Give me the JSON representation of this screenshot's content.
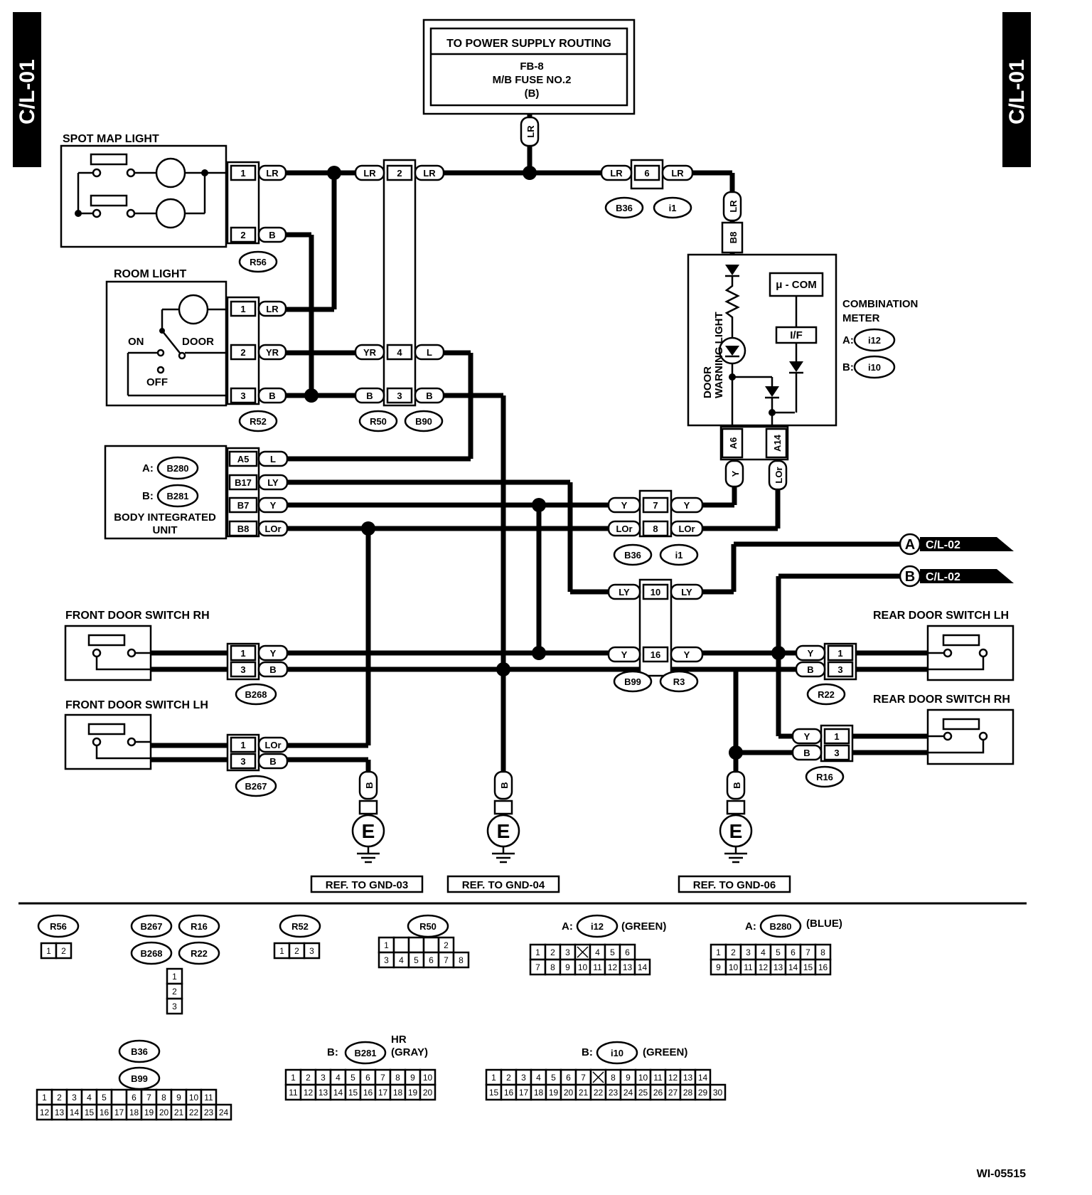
{
  "page": {
    "side_tab_left": "C/L-01",
    "side_tab_right": "C/L-01",
    "figure_id": "WI-05515"
  },
  "power": {
    "line1": "TO POWER SUPPLY ROUTING",
    "line2": "FB-8",
    "line3": "M/B FUSE NO.2",
    "line4": "(B)",
    "wire": "LR"
  },
  "components": {
    "spot_map_light": "SPOT MAP LIGHT",
    "room_light": "ROOM LIGHT",
    "on": "ON",
    "off": "OFF",
    "door": "DOOR",
    "biu_a": "A:",
    "biu_b": "B:",
    "biu_name1": "BODY INTEGRATED",
    "biu_name2": "UNIT",
    "front_rh": "FRONT DOOR SWITCH RH",
    "front_lh": "FRONT DOOR SWITCH LH",
    "rear_lh": "REAR DOOR SWITCH LH",
    "rear_rh": "REAR DOOR SWITCH RH",
    "meter1": "COMBINATION",
    "meter2": "METER",
    "meter_a": "A:",
    "meter_b": "B:",
    "ucom": "μ - COM",
    "if": "I/F",
    "dwl1": "DOOR",
    "dwl2": "WARNING LIGHT"
  },
  "offpage": {
    "a_letter": "A",
    "a_ref": "C/L-02",
    "b_letter": "B",
    "b_ref": "C/L-02"
  },
  "grounds": {
    "e": "E",
    "g3": "REF. TO GND-03",
    "g4": "REF. TO GND-04",
    "g6": "REF. TO GND-06",
    "wire": "B"
  },
  "wires": {
    "lr": "LR",
    "b": "B",
    "yr": "YR",
    "l": "L",
    "ly": "LY",
    "y": "Y",
    "lor": "LOr"
  },
  "pins": {
    "p1": "1",
    "p2": "2",
    "p3": "3",
    "p4": "4",
    "p6": "6",
    "p7": "7",
    "p8": "8",
    "p10": "10",
    "p16": "16",
    "a5": "A5",
    "b17": "B17",
    "b7": "B7",
    "b8": "B8",
    "a6": "A6",
    "a14": "A14",
    "b8_meter": "B8"
  },
  "connectors": {
    "r56": "R56",
    "r52": "R52",
    "r50": "R50",
    "b90": "B90",
    "b36": "B36",
    "i1": "i1",
    "b99": "B99",
    "r3": "R3",
    "b268": "B268",
    "b267": "B267",
    "r22": "R22",
    "r16": "R16",
    "b280": "B280",
    "b281": "B281",
    "i12": "i12",
    "i10": "i10"
  },
  "legend": {
    "r56": "R56",
    "b267": "B267",
    "r16": "R16",
    "b268": "B268",
    "r22": "R22",
    "r52": "R52",
    "r50": "R50",
    "i12_prefix": "A:",
    "i12": "i12",
    "i12_color": "(GREEN)",
    "b280_prefix": "A:",
    "b280": "B280",
    "b280_color": "(BLUE)",
    "b36": "B36",
    "b99": "B99",
    "b281_prefix": "B:",
    "b281": "B281",
    "b281_hr": "HR",
    "b281_color": "(GRAY)",
    "i10_prefix": "B:",
    "i10": "i10",
    "i10_color": "(GREEN)",
    "grid_r56": [
      [
        "1",
        "2"
      ]
    ],
    "grid_r52": [
      [
        "1",
        "2",
        "3"
      ]
    ],
    "grid_3v": [
      [
        "1"
      ],
      [
        "2"
      ],
      [
        "3"
      ]
    ],
    "grid_r50": [
      [
        "1",
        "",
        "",
        "",
        "2"
      ],
      [
        "3",
        "4",
        "5",
        "6",
        "7",
        "8"
      ]
    ],
    "grid_i12": [
      [
        "1",
        "2",
        "3",
        "X",
        "4",
        "5",
        "6"
      ],
      [
        "7",
        "8",
        "9",
        "10",
        "11",
        "12",
        "13",
        "14"
      ]
    ],
    "grid_b280": [
      [
        "1",
        "2",
        "3",
        "4",
        "5",
        "6",
        "7",
        "8"
      ],
      [
        "9",
        "10",
        "11",
        "12",
        "13",
        "14",
        "15",
        "16"
      ]
    ],
    "grid_b36": [
      [
        "1",
        "2",
        "3",
        "4",
        "5",
        "",
        "6",
        "7",
        "8",
        "9",
        "10",
        "11"
      ],
      [
        "12",
        "13",
        "14",
        "15",
        "16",
        "17",
        "18",
        "19",
        "20",
        "21",
        "22",
        "23",
        "24"
      ]
    ],
    "grid_b281": [
      [
        "1",
        "2",
        "3",
        "4",
        "5",
        "6",
        "7",
        "8",
        "9",
        "10"
      ],
      [
        "11",
        "12",
        "13",
        "14",
        "15",
        "16",
        "17",
        "18",
        "19",
        "20"
      ]
    ],
    "grid_i10": [
      [
        "1",
        "2",
        "3",
        "4",
        "5",
        "6",
        "7",
        "X",
        "8",
        "9",
        "10",
        "11",
        "12",
        "13",
        "14"
      ],
      [
        "15",
        "16",
        "17",
        "18",
        "19",
        "20",
        "21",
        "22",
        "23",
        "24",
        "25",
        "26",
        "27",
        "28",
        "29",
        "30"
      ]
    ]
  }
}
